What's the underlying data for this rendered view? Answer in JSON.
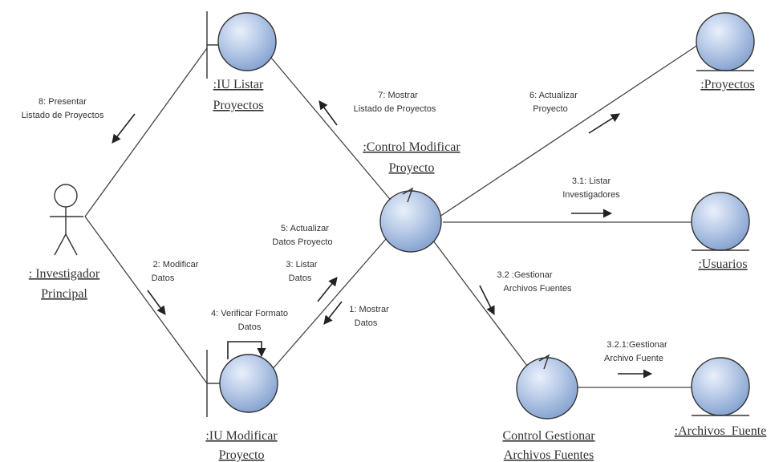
{
  "objects": {
    "iu_listar": {
      "line1": ":IU Listar",
      "line2": "Proyectos"
    },
    "iu_modificar": {
      "line1": ":IU Modificar",
      "line2": "Proyecto"
    },
    "control_modificar": {
      "line1": ":Control Modificar",
      "line2": "Proyecto"
    },
    "proyectos": {
      "line1": ":Proyectos"
    },
    "usuarios": {
      "line1": ":Usuarios"
    },
    "control_gestionar": {
      "line1": "Control Gestionar",
      "line2": "Archivos Fuentes"
    },
    "archivos_fuente": {
      "line1": ":Archivos_Fuente"
    }
  },
  "actor": {
    "line1": ": Investigador",
    "line2": "Principal"
  },
  "messages": {
    "m8": {
      "line1": "8: Presentar",
      "line2": "Listado de Proyectos"
    },
    "m7": {
      "line1": "7: Mostrar",
      "line2": "Listado  de Proyectos"
    },
    "m6": {
      "line1": "6: Actualizar",
      "line2": "Proyecto"
    },
    "m31": {
      "line1": "3.1: Listar",
      "line2": "Investigadores"
    },
    "m2": {
      "line1": "2: Modificar",
      "line2": "Datos"
    },
    "m5": {
      "line1": "5: Actualizar",
      "line2": "Datos Proyecto"
    },
    "m3": {
      "line1": "3: Listar",
      "line2": "Datos"
    },
    "m1": {
      "line1": "1: Mostrar",
      "line2": "Datos"
    },
    "m4": {
      "line1": "4: Verificar Formato",
      "line2": "Datos"
    },
    "m32": {
      "line1": "3.2 :Gestionar",
      "line2": "Archivos Fuentes"
    },
    "m321": {
      "line1": "3.2.1:Gestionar",
      "line2": "Archivo Fuente"
    }
  }
}
